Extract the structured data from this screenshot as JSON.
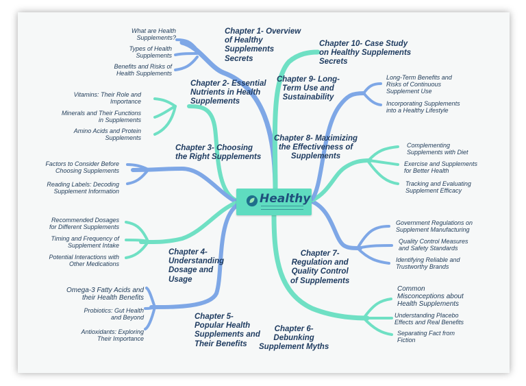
{
  "center": {
    "title": "Healthy"
  },
  "chapters": {
    "c1": "Chapter 1- Overview\nof Healthy\nSupplements\nSecrets",
    "c2": "Chapter 2- Essential\nNutrients in Health\nSupplements",
    "c3": "Chapter 3- Choosing\nthe Right Supplements",
    "c4": "Chapter 4-\nUnderstanding\nDosage and\nUsage",
    "c5": "Chapter 5-\nPopular Health\nSupplements and\nTheir Benefits",
    "c6": "Chapter 6-\nDebunking\nSupplement Myths",
    "c7": "Chapter 7-\nRegulation and\nQuality Control\nof Supplements",
    "c8": "Chapter 8- Maximizing\nthe Effectiveness of\nSupplements",
    "c9": "Chapter 9- Long-\nTerm Use and\nSustainability",
    "c10": "Chapter 10- Case Study\non Healthy Supplements\nSecrets"
  },
  "leaves": {
    "c1": [
      "What are Health\nSupplements?",
      "Types of Health\nSupplements",
      "Benefits and Risks of\nHealth Supplements"
    ],
    "c2": [
      "Vitamins: Their Role and\nImportance",
      "Minerals and Their Functions\nin Supplements",
      "Amino Acids and Protein\nSupplements"
    ],
    "c3": [
      "Factors to Consider Before\nChoosing Supplements",
      "Reading Labels: Decoding\nSupplement Information"
    ],
    "c4": [
      "Recommended Dosages\nfor Different Supplements",
      "Timing and Frequency of\nSupplement Intake",
      "Potential Interactions with\nOther Medications"
    ],
    "c5": [
      "Omega-3 Fatty Acids and\ntheir Health Benefits",
      "Probiotics: Gut Health\nand Beyond",
      "Antioxidants: Exploring\nTheir Importance"
    ],
    "c6": [
      "Common\nMisconceptions about\nHealth Supplements",
      "Understanding Placebo\nEffects and Real Benefits",
      "Separating Fact from\nFiction"
    ],
    "c7": [
      "Government Regulations on\nSupplement Manufacturing",
      "Quality Control Measures\nand Safety Standards",
      "Identifying Reliable and\nTrustworthy Brands"
    ],
    "c8": [
      "Complementing\nSupplements with Diet",
      "Exercise and Supplements\nfor Better Health",
      "Tracking and Evaluating\nSupplement Efficacy"
    ],
    "c9": [
      "Long-Term Benefits and\nRisks of Continuous\nSupplement Use",
      "Incorporating Supplements\ninto a Healthy Lifestyle"
    ]
  },
  "colors": {
    "blue": "#7ea7e6",
    "teal": "#6fe0c4",
    "text": "#1d3a5f",
    "center": "#5fdcc0"
  }
}
